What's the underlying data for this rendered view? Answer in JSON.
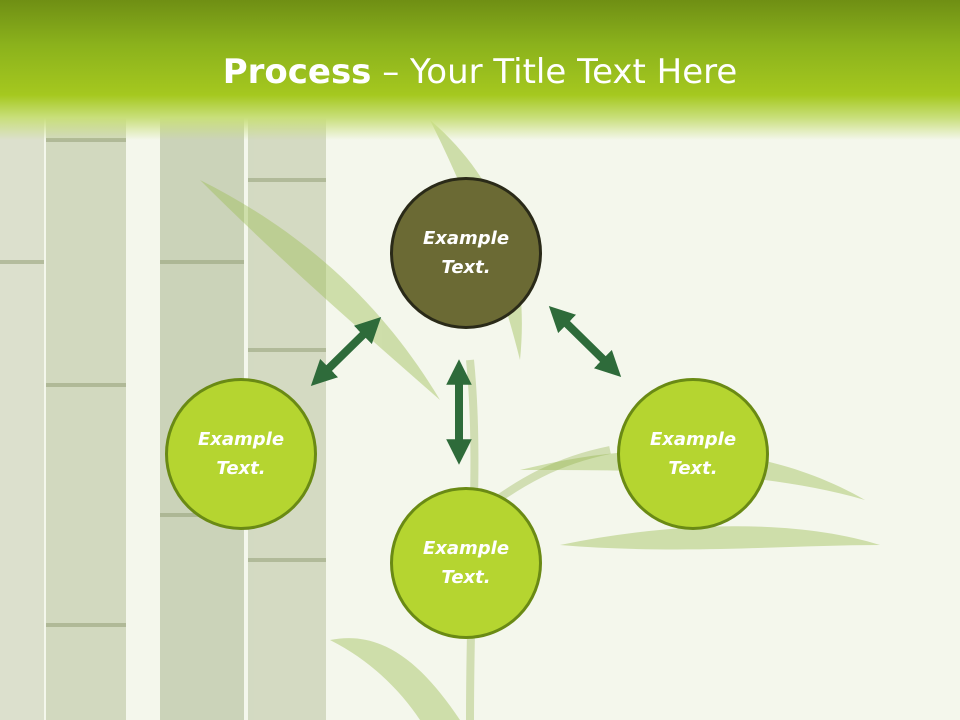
{
  "slide": {
    "title_bold": "Process",
    "title_rest": " – Your Title Text Here"
  },
  "nodes": [
    {
      "id": "top",
      "label": "Example\nText.",
      "style": "dark"
    },
    {
      "id": "left",
      "label": "Example\nText.",
      "style": "light"
    },
    {
      "id": "bottom",
      "label": "Example\nText.",
      "style": "light"
    },
    {
      "id": "right",
      "label": "Example\nText.",
      "style": "light"
    }
  ],
  "connections": [
    {
      "from": "top",
      "to": "left",
      "type": "double-arrow"
    },
    {
      "from": "top",
      "to": "bottom",
      "type": "double-arrow"
    },
    {
      "from": "top",
      "to": "right",
      "type": "double-arrow"
    }
  ],
  "colors": {
    "header_green": "#a5c81f",
    "node_light": "#b5d530",
    "node_dark": "#6b6a34",
    "node_border": "#6a8a14",
    "arrow": "#2e6b3a"
  }
}
